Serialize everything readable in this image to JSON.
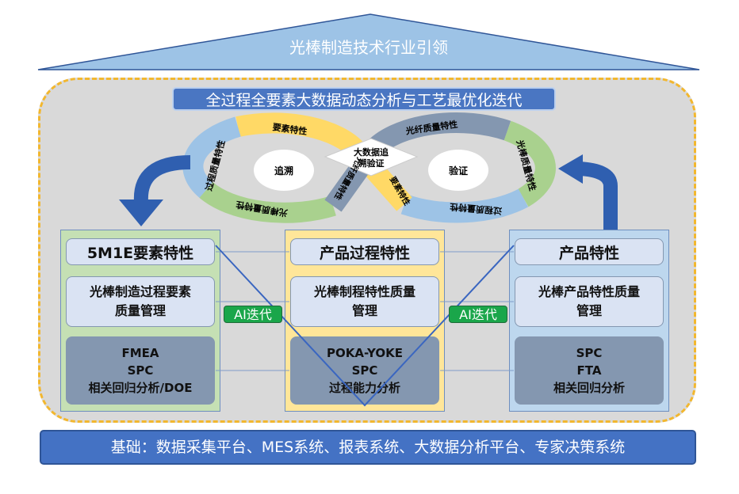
{
  "roof": {
    "title": "光棒制造技术行业引领"
  },
  "top_bar": {
    "title": "全过程全要素大数据动态分析与工艺最优化迭代"
  },
  "loop": {
    "center": "大数据追溯验证",
    "center_line1": "大数据追",
    "center_line2": "溯验证",
    "left_hub": "追溯",
    "right_hub": "验证",
    "left_segments": [
      "要素特性",
      "过程质量特性",
      "光棒质量特性",
      "光纤质量特性"
    ],
    "right_segments": [
      "光纤质量特性",
      "光棒质量特性",
      "过程质量特性",
      "要素特性"
    ]
  },
  "panels": [
    {
      "title": "5M1E要素特性",
      "middle_l1": "光棒制造过程要素",
      "middle_l2": "质量管理",
      "tools": [
        "FMEA",
        "SPC",
        "相关回归分析/DOE"
      ]
    },
    {
      "title": "产品过程特性",
      "middle_l1": "光棒制程特性质量",
      "middle_l2": "管理",
      "tools": [
        "POKA-YOKE",
        "SPC",
        "过程能力分析"
      ]
    },
    {
      "title": "产品特性",
      "middle_l1": "光棒产品特性质量",
      "middle_l2": "管理",
      "tools": [
        "SPC",
        "FTA",
        "相关回归分析"
      ]
    }
  ],
  "ai_labels": [
    "AI迭代",
    "AI迭代"
  ],
  "base": {
    "text": "基础：数据采集平台、MES系统、报表系统、大数据分析平台、专家决策系统"
  },
  "colors": {
    "roof": "#9dc3e6",
    "frame_border": "#f2b72f",
    "blue": "#4472c4",
    "green_panel": "#c5e0b4",
    "yellow_panel": "#ffe699",
    "blue_panel": "#bdd7ee",
    "ai": "#1aa64a"
  }
}
